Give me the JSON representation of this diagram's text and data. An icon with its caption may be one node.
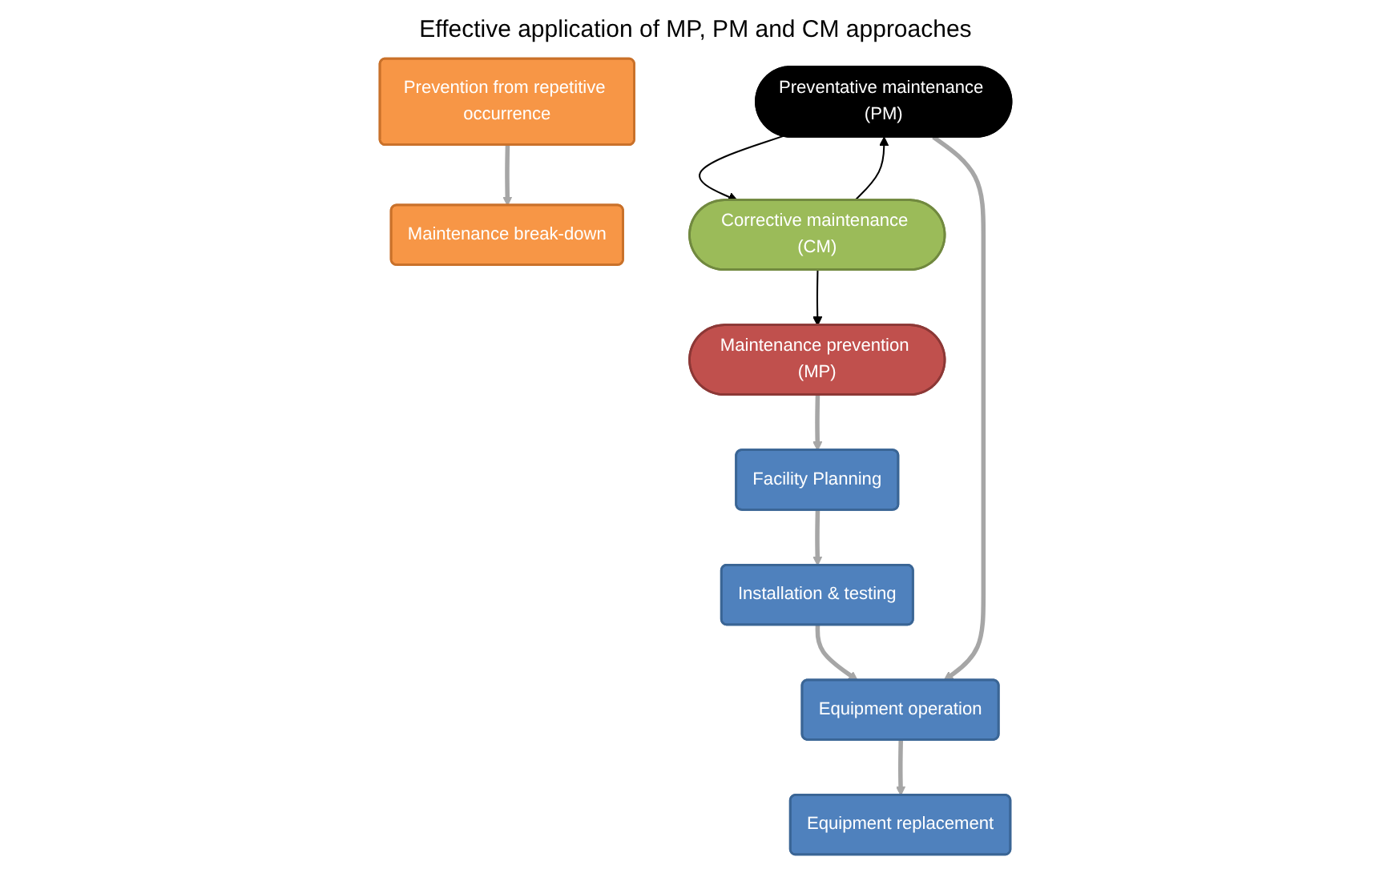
{
  "diagram": {
    "nodes": [
      {
        "text": [
          "Facility Planning"
        ]
      },
      {
        "text": [
          "Installation & testing"
        ]
      },
      {
        "text": [
          "Equipment operation"
        ]
      },
      {
        "text": [
          "Equipment replacement"
        ]
      },
      {
        "text": [
          "Maintenance prevention (MP)"
        ]
      },
      {
        "text": [
          "Preventative maintenance (PM)"
        ]
      },
      {
        "text": [
          "Maintenance break-down"
        ]
      },
      {
        "text": [
          "Prevention from repetitive occurrence"
        ]
      },
      {
        "text": [
          "Corrective maintenance (CM)"
        ]
      }
    ],
    "edges": [
      {
        "from": 0,
        "to": 1,
        "arrow": "to"
      },
      {
        "from": 1,
        "to": 2,
        "arrow": "to"
      },
      {
        "from": 2,
        "to": 3,
        "arrow": "to"
      },
      {
        "from": 4,
        "to": 0,
        "arrow": "to"
      },
      {
        "from": 5,
        "to": 2,
        "arrow": "to"
      },
      {
        "from": 7,
        "to": 6,
        "arrow": "to"
      },
      {
        "from": 5,
        "to": 8,
        "arrow": "to",
        "color": "#000000"
      },
      {
        "from": 8,
        "to": 4,
        "arrow": "to",
        "color": "#000000"
      },
      {
        "from": 8,
        "to": 5,
        "arrow": "to",
        "color": "#000000"
      }
    ],
    "labels": [
      "Effective application of MP, PM and CM approaches"
    ]
  }
}
